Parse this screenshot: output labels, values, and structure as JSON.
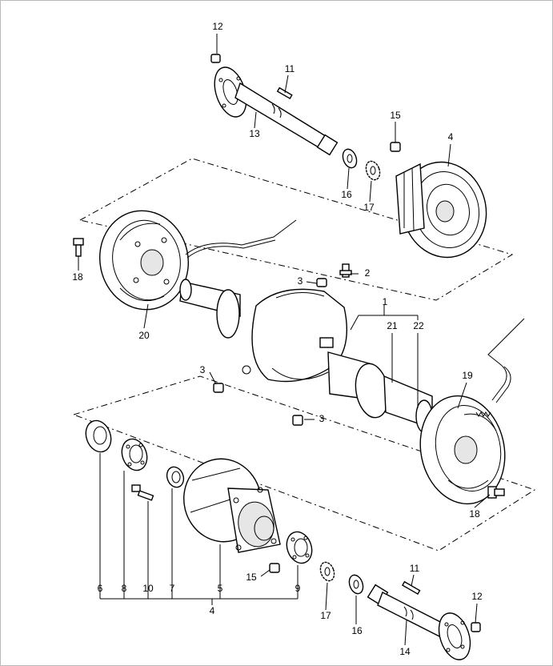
{
  "labels": {
    "l1": "1",
    "l2": "2",
    "l3a": "3",
    "l3b": "3",
    "l3c": "3",
    "l4a": "4",
    "l4b": "4",
    "l5": "5",
    "l6": "6",
    "l7": "7",
    "l8": "8",
    "l9": "9",
    "l10": "10",
    "l11a": "11",
    "l11b": "11",
    "l12a": "12",
    "l12b": "12",
    "l13": "13",
    "l14": "14",
    "l15a": "15",
    "l15b": "15",
    "l16a": "16",
    "l16b": "16",
    "l17a": "17",
    "l17b": "17",
    "l18a": "18",
    "l18b": "18",
    "l19": "19",
    "l20": "20",
    "l21": "21",
    "l22": "22"
  }
}
